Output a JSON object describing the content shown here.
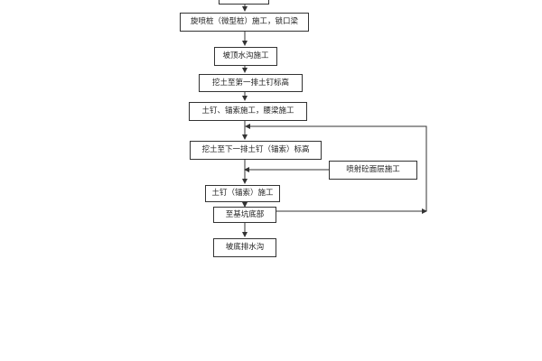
{
  "diagram": {
    "colors": {
      "line": "#333333",
      "text": "#222222",
      "background": "#ffffff"
    },
    "nodes": [
      {
        "id": "top",
        "label": ""
      },
      {
        "id": "n1",
        "label": "旋喷桩（微型桩）施工，锁口梁"
      },
      {
        "id": "n2",
        "label": "坡顶水沟施工"
      },
      {
        "id": "n3",
        "label": "挖土至第一排土钉标高"
      },
      {
        "id": "n4",
        "label": "土钉、锚索施工，腰梁施工"
      },
      {
        "id": "n5",
        "label": "挖土至下一排土钉（锚索）标高"
      },
      {
        "id": "n6",
        "label": "喷射砼面层施工"
      },
      {
        "id": "n7",
        "label": "土钉（锚索）施工"
      },
      {
        "id": "n8",
        "label": "至基坑底部"
      },
      {
        "id": "n9",
        "label": "坡底排水沟"
      }
    ]
  }
}
